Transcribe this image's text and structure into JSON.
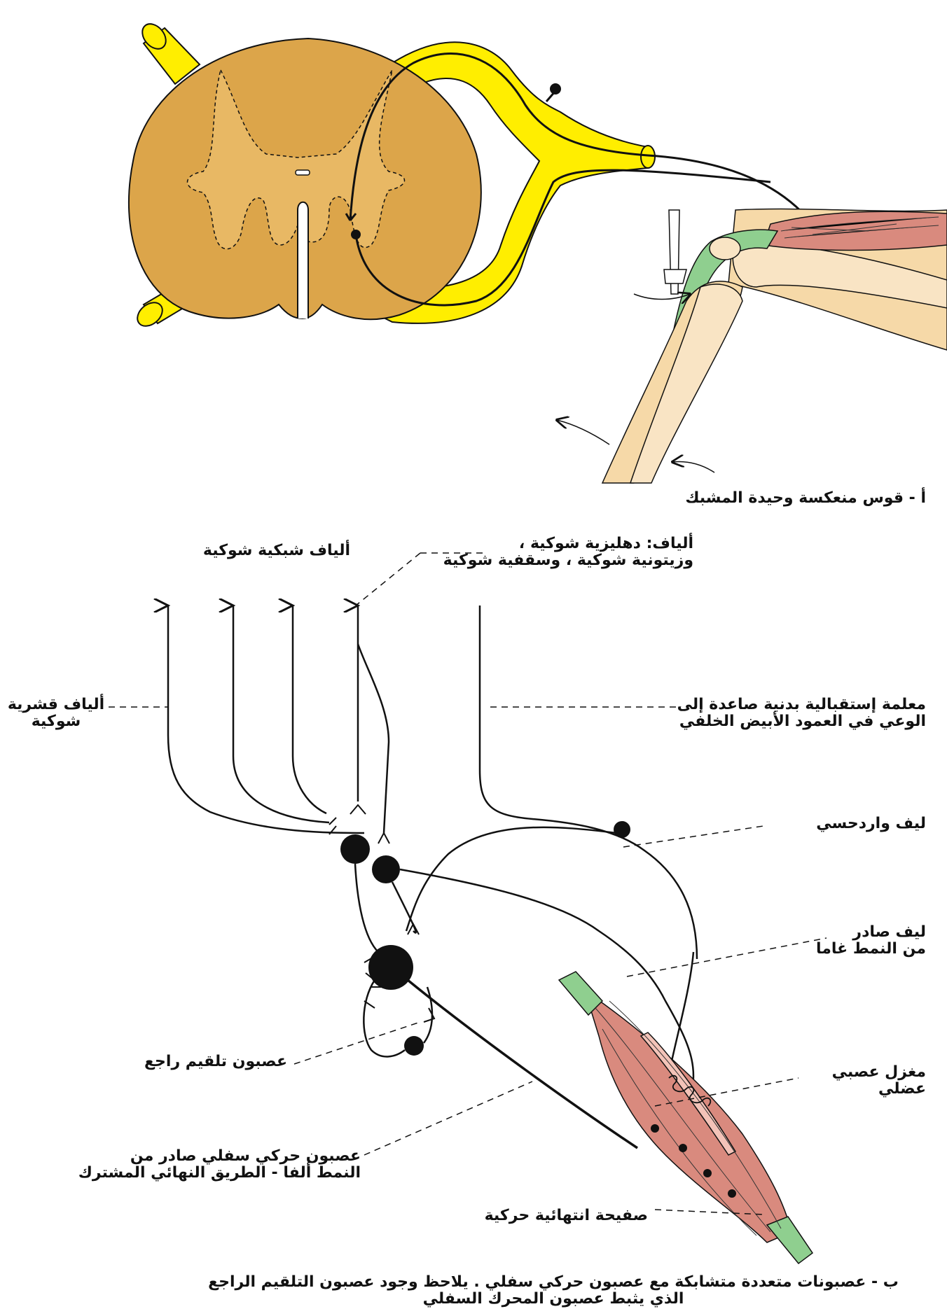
{
  "figure_a": {
    "caption": "أ - قوس منعكسة وحيدة المشبك"
  },
  "figure_b": {
    "labels": {
      "reticulospinal": "ألياف شبكية شوكية",
      "vestibulo_line1": "ألياف: دهليزية شوكية ،",
      "vestibulo_line2": "وزيتونية شوكية ، وسقفية شوكية",
      "corticospinal_line1": "ألياف قشرية",
      "corticospinal_line2": "شوكية",
      "proprio_line1": "معلمة إستقبالية بدنية صاعدة إلى",
      "proprio_line2": "الوعي في العمود الأبيض الخلفي",
      "afferent": "ليف واردحسي",
      "gamma_line1": "ليف صادر",
      "gamma_line2": "من النمط غاما",
      "renshaw": "عصبون تلقيم راجع",
      "spindle_line1": "مغزل عصبي",
      "spindle_line2": "عضلي",
      "alpha_line1": "عصبون حركي سفلي صادر من",
      "alpha_line2": "النمط ألفا - الطريق النهائي المشترك",
      "endplate": "صفيحة انتهائية حركية"
    },
    "caption_line1": "ب - عصبونات متعددة متشابكة مع عصبون حركي سفلي . يلاحظ وجود عصبون التلقيم الراجع",
    "caption_line2": "الذي يثبط عصبون المحرك السفلي"
  },
  "colors": {
    "gray_matter": "#d9a84a",
    "white_matter": "#e5b25e",
    "nerve_yellow": "#ffee00",
    "muscle_red": "#d98a7e",
    "tendon_green": "#8fcf8f",
    "bone": "#f6d9a8"
  }
}
